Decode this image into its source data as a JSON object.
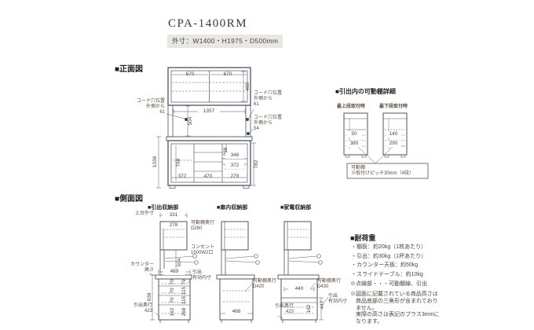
{
  "header": {
    "title": "CPA-1400RM",
    "outer_size": "外寸：W1400・H1975・D500mm"
  },
  "front_view": {
    "section_title": "■正面図",
    "dims": {
      "w_left": "670",
      "w_right": "670",
      "h_upper": "489",
      "w_inner": "1357",
      "h_gap": "504",
      "h_lower": "1038",
      "h_door": "798",
      "h_niche": "298",
      "w_niche": "346",
      "w_niche_drawer": "372",
      "h_right": "782",
      "w_bottom_left": "372",
      "w_bottom_mid": "470",
      "w_bottom_right": "279"
    },
    "cord_left": "コード穴位置\n外側から\n61",
    "cord_right_top": "コード穴位置\n外側から\n61",
    "cord_right_bottom": "コード穴位置\n外側から\n54"
  },
  "shelf_detail": {
    "title": "■引出内の可動棚詳細",
    "top_label": "最上段取付時",
    "bottom_label": "最下段取付時",
    "top_dims": {
      "above": "50",
      "below": "380"
    },
    "bottom_dims": {
      "above": "140",
      "below": "290"
    },
    "callout": "可動棚\n※取付けピッチ30mm（4段）"
  },
  "side_view": {
    "section_title": "■側面図",
    "drawer_unit": {
      "title": "■引出収納部",
      "upper_label": "上台外寸",
      "upper_width": "331",
      "inner_width": "278",
      "shelf_depth": "可動棚奥行\nD260",
      "gap_height": "504",
      "outlet": "コンセント\n1500W2口",
      "counter_label": "カウンター\n高さ",
      "counter_depth": "469",
      "drawer_label": "引出\n有効内寸",
      "interior_heights": [
        "70",
        "70",
        "70",
        "162"
      ],
      "front_heights": [
        "79",
        "115",
        "115",
        "268"
      ],
      "counter_height": "938",
      "drawer_depth": "引出奥行\n423"
    },
    "door_unit": {
      "title": "■扉内収納部",
      "shelf_depth": "可動棚奥行\nD420",
      "bottom_width": "468"
    },
    "appliance_unit": {
      "title": "■家電収納部",
      "niche_width": "440",
      "shelf_depth": "可動棚奥行\nD430",
      "drawer_label": "引出\n有効内寸",
      "niche_height": "447",
      "drawer_height": "162",
      "drawer_depth": "引出奥行\n423"
    }
  },
  "load_capacity": {
    "title": "■耐荷重",
    "items": [
      "・棚板：約20kg（1枚あたり）",
      "・引出：約30kg（1杯あたり）",
      "・カウンター天板：約50kg",
      "・スライドテーブル：約10kg"
    ]
  },
  "notes": {
    "dotted": "※点線部・・・可動棚線、引出",
    "height": "※図面に記載されている商品高さは\n　商品底部の三角形が含まれており\n　ません。\n　実際の高さは表記のプラス3mmに\n　なります。"
  }
}
